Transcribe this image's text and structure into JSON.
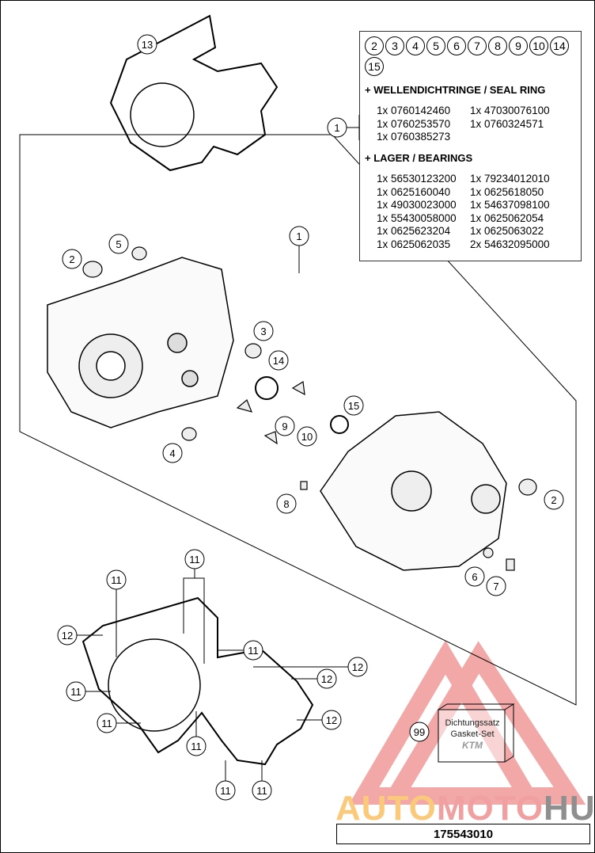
{
  "parts_list": {
    "included_callouts": [
      "2",
      "3",
      "4",
      "5",
      "6",
      "7",
      "8",
      "9",
      "10",
      "14",
      "15"
    ],
    "seal_heading": "+ WELLENDICHTRINGE / SEAL RING",
    "seal_items": [
      "1x 0760142460",
      "1x 47030076100",
      "1x 0760253570",
      "1x 0760324571",
      "1x 0760385273",
      ""
    ],
    "bearing_heading": "+ LAGER / BEARINGS",
    "bearing_items": [
      "1x 56530123200",
      "1x 79234012010",
      "1x 0625160040",
      "1x 0625618050",
      "1x 49030023000",
      "1x 54637098100",
      "1x 55430058000",
      "1x 0625062054",
      "1x 0625623204",
      "1x 0625063022",
      "1x 0625062035",
      "2x 54632095000"
    ]
  },
  "callouts": [
    "13",
    "1",
    "1",
    "5",
    "2",
    "3",
    "14",
    "15",
    "9",
    "10",
    "4",
    "8",
    "2",
    "6",
    "7",
    "11",
    "11",
    "12",
    "11",
    "12",
    "12",
    "11",
    "12",
    "11",
    "11",
    "99",
    "11",
    "11"
  ],
  "gasket_kit": {
    "line1": "Dichtungssatz",
    "line2": "Gasket-Set",
    "brand": "KTM"
  },
  "watermark": {
    "part1": "AUTO",
    "part2": "MOTO",
    "part3": "HUB"
  },
  "diagram_number": "175543010"
}
